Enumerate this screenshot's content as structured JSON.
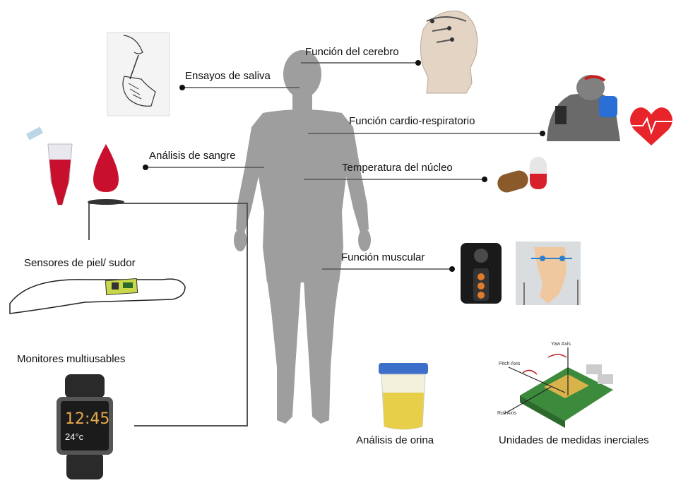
{
  "labels": {
    "saliva": "Ensayos de saliva",
    "brain": "Función del cerebro",
    "cardio": "Función cardio-respiratorio",
    "blood": "Análisis de sangre",
    "core_temp": "Temperatura del núcleo",
    "skin": "Sensores de piel/ sudor",
    "muscle": "Función muscular",
    "wearables": "Monitores multiusables",
    "urine": "Análisis de orina",
    "imu": "Unidades de medidas inerciales"
  },
  "watch": {
    "time": "12:45",
    "temp": "24°c"
  },
  "imu_axes": {
    "yaw": "Yaw Axis",
    "pitch": "Pitch Axis",
    "roll": "Roll Axis"
  },
  "colors": {
    "silhouette": "#9e9e9e",
    "line": "#555555",
    "blood": "#c8102e",
    "heart": "#e8242b",
    "urine_cap": "#3b6fc9",
    "urine_fill": "#e8cf4a",
    "circuit": "#3c8a3c"
  }
}
